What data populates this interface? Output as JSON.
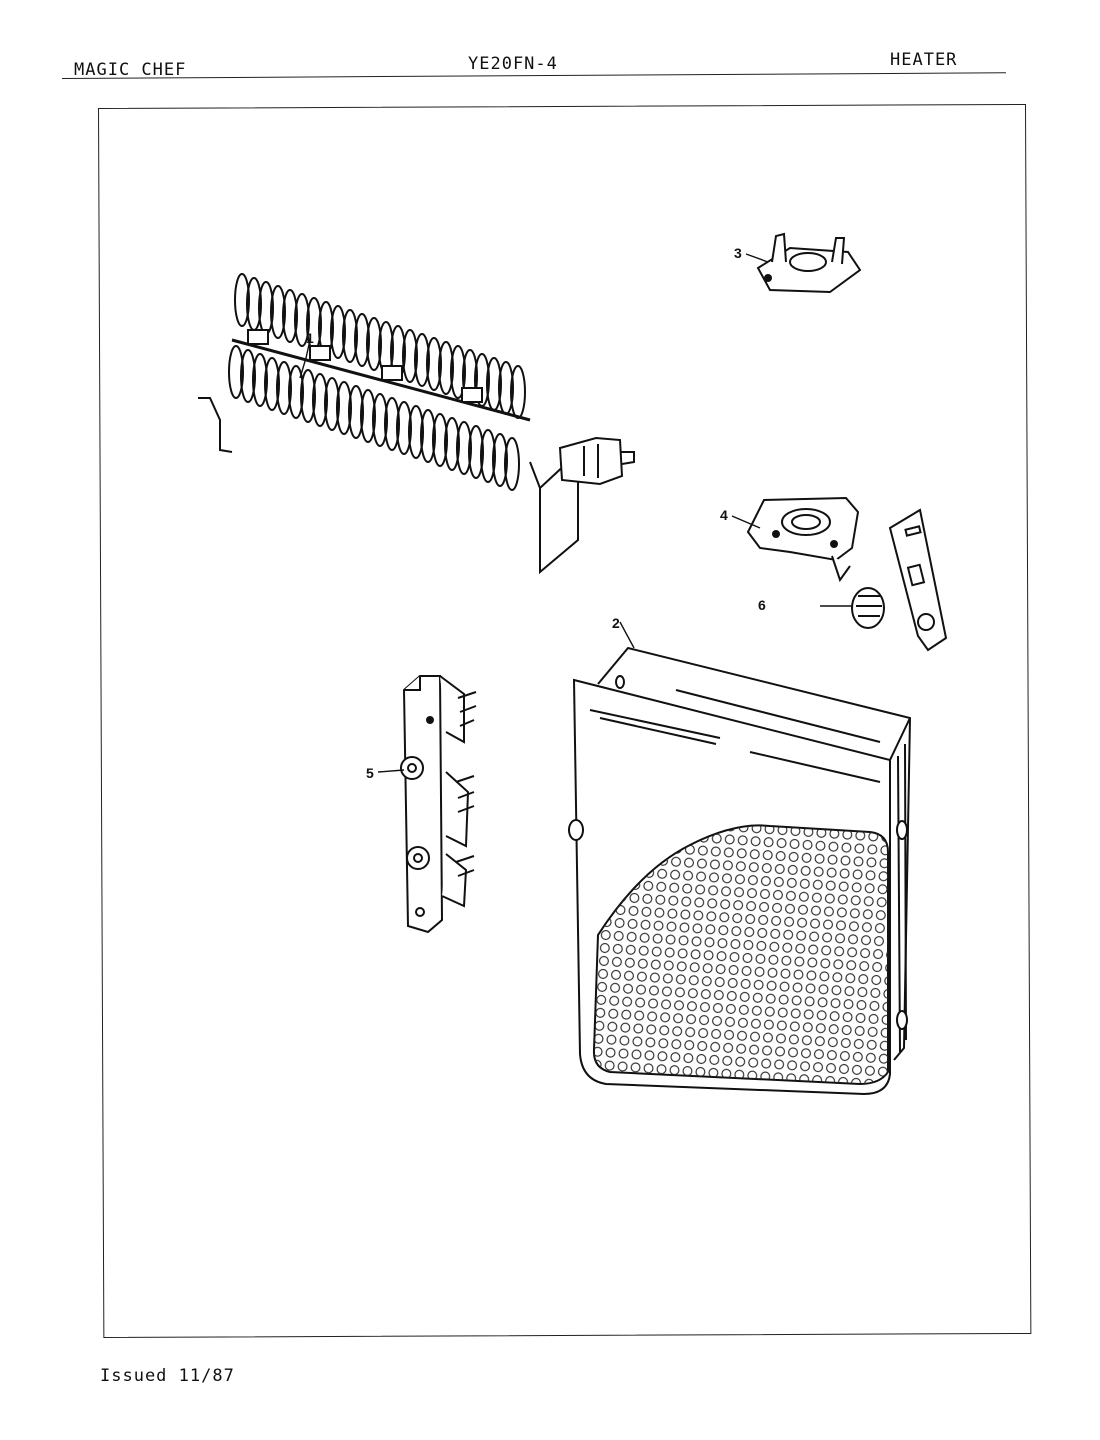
{
  "header": {
    "brand": "MAGIC CHEF",
    "model": "YE20FN-4",
    "section": "HEATER"
  },
  "footer": {
    "issued": "Issued 11/87"
  },
  "callouts": [
    "1",
    "2",
    "3",
    "4",
    "5",
    "6"
  ],
  "parts_icons": [
    "heater-element-icon",
    "heater-box-icon",
    "thermostat-icon",
    "thermostat-bracket-icon",
    "terminal-block-icon",
    "thermal-fuse-icon"
  ]
}
